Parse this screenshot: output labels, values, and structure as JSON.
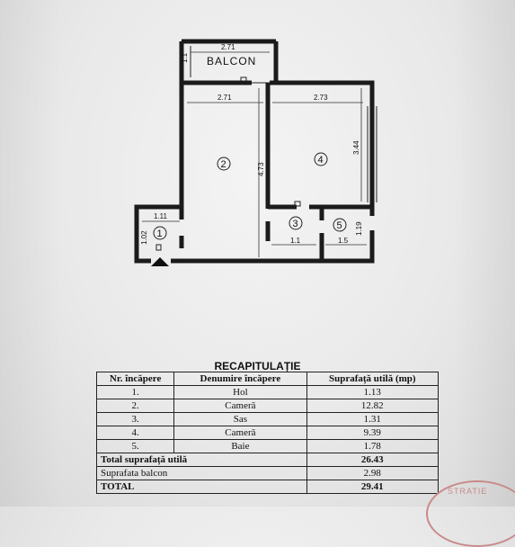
{
  "plan": {
    "balcony_label": "BALCON",
    "dimensions": {
      "balcony_width": "2.71",
      "balcony_depth": "1.1",
      "room2_width": "2.71",
      "room2_depth": "4.73",
      "room4_width": "2.73",
      "room4_depth": "3.44",
      "hall_width": "1.11",
      "hall_depth": "1.02",
      "sas_width": "1.1",
      "bath_width": "1.5",
      "bath_depth": "1.19"
    },
    "room_numbers": [
      "1",
      "2",
      "3",
      "4",
      "5"
    ]
  },
  "recap": {
    "title": "RECAPITULAȚIE",
    "headers": [
      "Nr. încăpere",
      "Denumire încăpere",
      "Suprafață utilă (mp)"
    ],
    "rows": [
      {
        "nr": "1.",
        "name": "Hol",
        "area": "1.13"
      },
      {
        "nr": "2.",
        "name": "Cameră",
        "area": "12.82"
      },
      {
        "nr": "3.",
        "name": "Sas",
        "area": "1.31"
      },
      {
        "nr": "4.",
        "name": "Cameră",
        "area": "9.39"
      },
      {
        "nr": "5.",
        "name": "Baie",
        "area": "1.78"
      }
    ],
    "total_useful_label": "Total suprafață utilă",
    "total_useful_value": "26.43",
    "balcony_area_label": "Suprafata balcon",
    "balcony_area_value": "2.98",
    "total_label": "TOTAL",
    "total_value": "29.41"
  },
  "stamp_text": "STRATIE"
}
